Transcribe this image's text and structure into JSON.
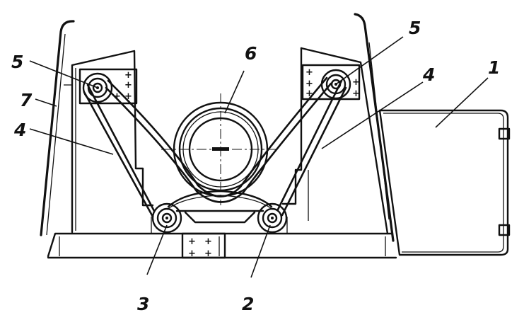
{
  "labels": {
    "l1": "1",
    "l2": "2",
    "l3": "3",
    "l4a": "4",
    "l4b": "4",
    "l5a": "5",
    "l5b": "5",
    "l6": "6",
    "l7": "7"
  }
}
